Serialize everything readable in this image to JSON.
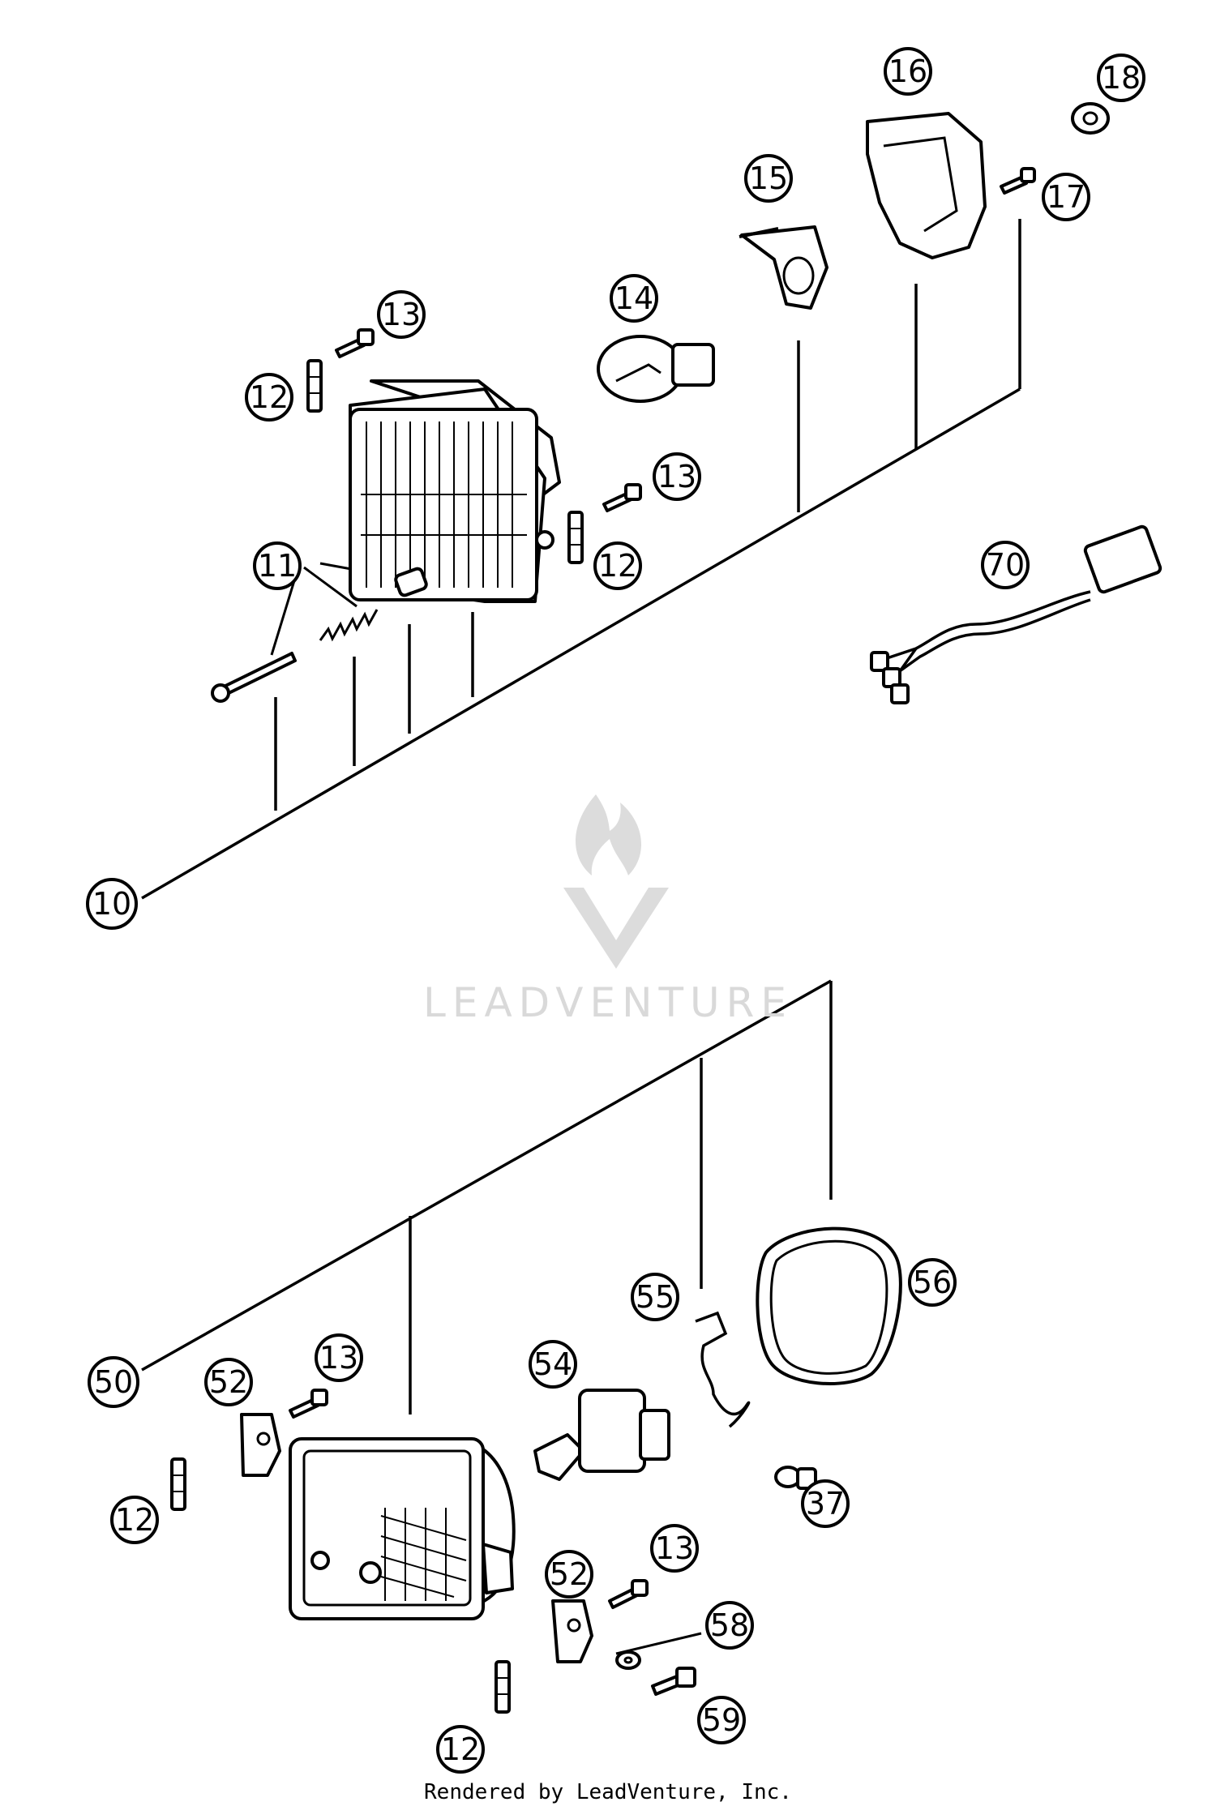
{
  "diagram": {
    "callouts": [
      {
        "id": "c10",
        "label": "10"
      },
      {
        "id": "c11",
        "label": "11"
      },
      {
        "id": "c12a",
        "label": "12"
      },
      {
        "id": "c12b",
        "label": "12"
      },
      {
        "id": "c12c",
        "label": "12"
      },
      {
        "id": "c12d",
        "label": "12"
      },
      {
        "id": "c13a",
        "label": "13"
      },
      {
        "id": "c13b",
        "label": "13"
      },
      {
        "id": "c13c",
        "label": "13"
      },
      {
        "id": "c13d",
        "label": "13"
      },
      {
        "id": "c14",
        "label": "14"
      },
      {
        "id": "c15",
        "label": "15"
      },
      {
        "id": "c16",
        "label": "16"
      },
      {
        "id": "c17",
        "label": "17"
      },
      {
        "id": "c18",
        "label": "18"
      },
      {
        "id": "c70",
        "label": "70"
      },
      {
        "id": "c50",
        "label": "50"
      },
      {
        "id": "c52a",
        "label": "52"
      },
      {
        "id": "c52b",
        "label": "52"
      },
      {
        "id": "c54",
        "label": "54"
      },
      {
        "id": "c55",
        "label": "55"
      },
      {
        "id": "c56",
        "label": "56"
      },
      {
        "id": "c37",
        "label": "37"
      },
      {
        "id": "c58",
        "label": "58"
      },
      {
        "id": "c59",
        "label": "59"
      }
    ]
  },
  "watermark": {
    "text": "LEADVENTURE",
    "icon": "flame-v-logo-icon"
  },
  "footer": {
    "credit": "Rendered by LeadVenture, Inc."
  }
}
